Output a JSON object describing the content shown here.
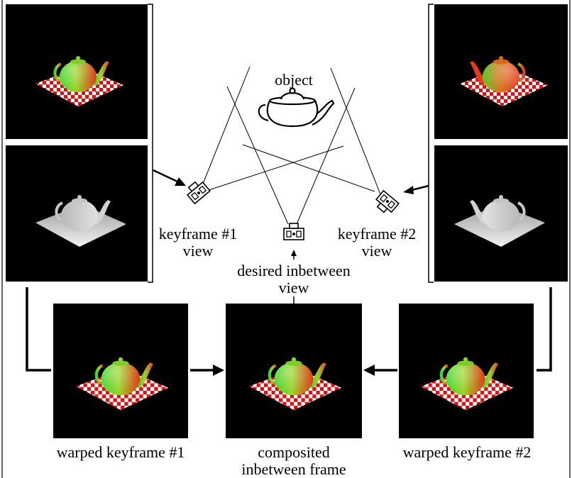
{
  "labels": {
    "object": "object",
    "keyframe1_view": [
      "keyframe #1",
      "view"
    ],
    "keyframe2_view": [
      "keyframe #2",
      "view"
    ],
    "desired_inbetween_view": [
      "desired inbetween",
      "view"
    ],
    "warped_keyframe1": "warped keyframe #1",
    "composited_inbetween": [
      "composited",
      "inbetween frame"
    ],
    "warped_keyframe2": "warped keyframe #2"
  },
  "panels": [
    {
      "name": "keyframe-1-color-image",
      "content": "teapot-green-red-gradient-on-checkerboard",
      "facing": "right"
    },
    {
      "name": "keyframe-1-depth-image",
      "content": "teapot-grayscale-depth",
      "facing": "right"
    },
    {
      "name": "keyframe-2-color-image",
      "content": "teapot-red-green-gradient-on-checkerboard",
      "facing": "left"
    },
    {
      "name": "keyframe-2-depth-image",
      "content": "teapot-grayscale-depth",
      "facing": "left"
    },
    {
      "name": "warped-keyframe-1-image",
      "content": "teapot-green-red-gradient-on-checkerboard",
      "facing": "right"
    },
    {
      "name": "composited-inbetween-image",
      "content": "teapot-green-red-gradient-on-checkerboard",
      "facing": "right"
    },
    {
      "name": "warped-keyframe-2-image",
      "content": "teapot-green-red-gradient-on-checkerboard",
      "facing": "right"
    }
  ],
  "colors": {
    "background": "#ffffff",
    "panel": "#000000",
    "checker_red": "#e01010",
    "checker_white": "#ffffff",
    "teapot_green": "#3cdc32",
    "teapot_red": "#e63a1e",
    "depth_light": "#e8e8e8",
    "depth_dark": "#9a9a9a"
  }
}
